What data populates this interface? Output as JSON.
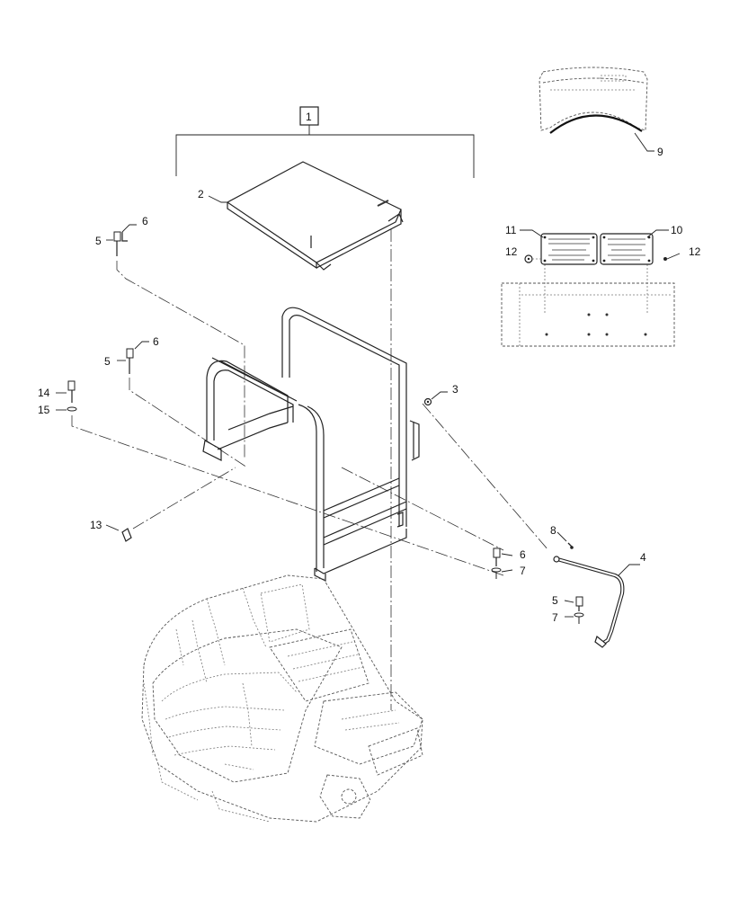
{
  "callouts": {
    "c1": "1",
    "c2": "2",
    "c3": "3",
    "c4": "4",
    "c5a": "5",
    "c5b": "5",
    "c5c": "5",
    "c6a": "6",
    "c6b": "6",
    "c6c": "6",
    "c7a": "7",
    "c7b": "7",
    "c8": "8",
    "c9": "9",
    "c10": "10",
    "c11": "11",
    "c12a": "12",
    "c12b": "12",
    "c13": "13",
    "c14": "14",
    "c15": "15"
  }
}
